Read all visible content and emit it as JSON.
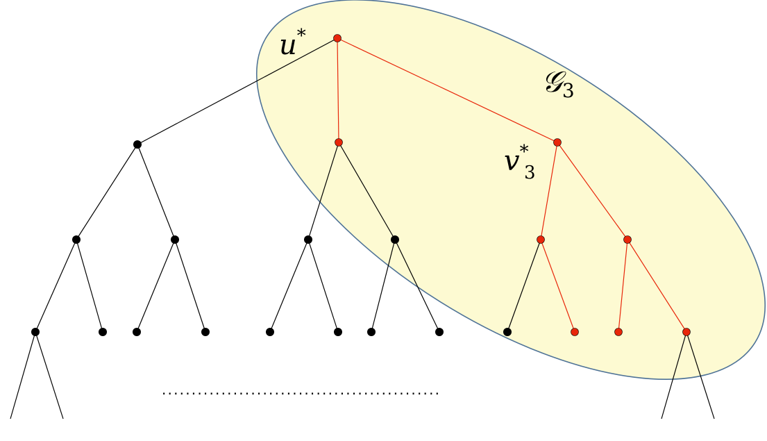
{
  "colors": {
    "region_fill": "#fdfad2",
    "region_stroke": "#4f7397",
    "highlight": "#e8260a",
    "normal": "#000000"
  },
  "labels": {
    "root": {
      "base": "u",
      "sup": "*"
    },
    "subtree_root": {
      "base": "v",
      "sub": "3",
      "sup": "*"
    },
    "region": {
      "base": "𝒢",
      "sub": "3"
    },
    "ellipsis": "..............................................."
  },
  "tree": {
    "nodes": [
      {
        "id": "u_star",
        "color": "highlight"
      },
      {
        "id": "n_l1a",
        "color": "normal"
      },
      {
        "id": "n_l1b",
        "color": "highlight"
      },
      {
        "id": "v3_star",
        "color": "highlight"
      },
      {
        "id": "n_l2a",
        "color": "normal"
      },
      {
        "id": "n_l2b",
        "color": "normal"
      },
      {
        "id": "n_l2c",
        "color": "normal"
      },
      {
        "id": "n_l2d",
        "color": "normal"
      },
      {
        "id": "n_l2e",
        "color": "highlight"
      },
      {
        "id": "n_l2f",
        "color": "highlight"
      },
      {
        "id": "n_l3a",
        "color": "normal"
      },
      {
        "id": "n_l3b",
        "color": "normal"
      },
      {
        "id": "n_l3c",
        "color": "normal"
      },
      {
        "id": "n_l3d",
        "color": "normal"
      },
      {
        "id": "n_l3e",
        "color": "normal"
      },
      {
        "id": "n_l3f",
        "color": "normal"
      },
      {
        "id": "n_l3g",
        "color": "normal"
      },
      {
        "id": "n_l3h",
        "color": "normal"
      },
      {
        "id": "n_l3i",
        "color": "normal"
      },
      {
        "id": "n_l3j",
        "color": "highlight"
      },
      {
        "id": "n_l3k",
        "color": "highlight"
      },
      {
        "id": "n_l3l",
        "color": "highlight"
      }
    ],
    "edges": [
      {
        "from": "u_star",
        "to": "n_l1a",
        "color": "normal"
      },
      {
        "from": "u_star",
        "to": "n_l1b",
        "color": "highlight"
      },
      {
        "from": "u_star",
        "to": "v3_star",
        "color": "highlight"
      },
      {
        "from": "n_l1a",
        "to": "n_l2a",
        "color": "normal"
      },
      {
        "from": "n_l1a",
        "to": "n_l2b",
        "color": "normal"
      },
      {
        "from": "n_l1b",
        "to": "n_l2c",
        "color": "normal"
      },
      {
        "from": "n_l1b",
        "to": "n_l2d",
        "color": "normal"
      },
      {
        "from": "v3_star",
        "to": "n_l2e",
        "color": "highlight"
      },
      {
        "from": "v3_star",
        "to": "n_l2f",
        "color": "highlight"
      },
      {
        "from": "n_l2a",
        "to": "n_l3a",
        "color": "normal"
      },
      {
        "from": "n_l2a",
        "to": "n_l3b",
        "color": "normal"
      },
      {
        "from": "n_l2b",
        "to": "n_l3c",
        "color": "normal"
      },
      {
        "from": "n_l2b",
        "to": "n_l3d",
        "color": "normal"
      },
      {
        "from": "n_l2c",
        "to": "n_l3e",
        "color": "normal"
      },
      {
        "from": "n_l2c",
        "to": "n_l3f",
        "color": "normal"
      },
      {
        "from": "n_l2d",
        "to": "n_l3g",
        "color": "normal"
      },
      {
        "from": "n_l2d",
        "to": "n_l3h",
        "color": "normal"
      },
      {
        "from": "n_l2e",
        "to": "n_l3i",
        "color": "normal"
      },
      {
        "from": "n_l2e",
        "to": "n_l3j",
        "color": "highlight"
      },
      {
        "from": "n_l2f",
        "to": "n_l3k",
        "color": "highlight"
      },
      {
        "from": "n_l2f",
        "to": "n_l3l",
        "color": "highlight"
      }
    ],
    "stubs": [
      {
        "from": "n_l3a",
        "side": "left",
        "color": "normal"
      },
      {
        "from": "n_l3a",
        "side": "right",
        "color": "normal"
      },
      {
        "from": "n_l3l",
        "side": "left",
        "color": "normal"
      },
      {
        "from": "n_l3l",
        "side": "right",
        "color": "normal"
      }
    ]
  }
}
